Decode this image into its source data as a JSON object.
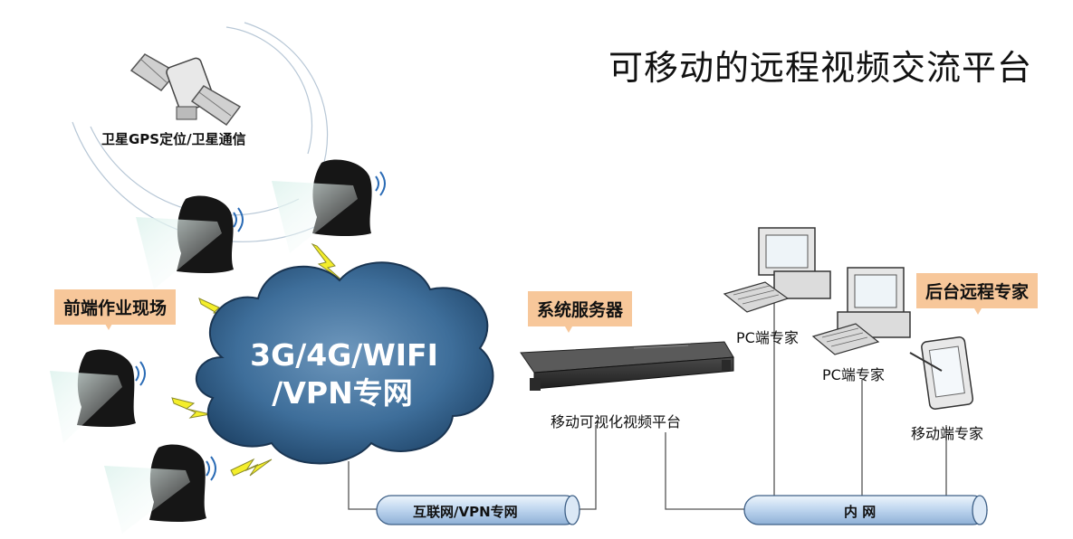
{
  "title": "可移动的远程视频交流平台",
  "satellite_label": "卫星GPS定位/卫星通信",
  "front_label": "前端作业现场",
  "cloud_line1": "3G/4G/WIFI",
  "cloud_line2": "/VPN专网",
  "server_callout": "系统服务器",
  "server_label": "移动可视化视频平台",
  "backend_callout": "后台远程专家",
  "pc1_label": "PC端专家",
  "pc2_label": "PC端专家",
  "mobile_label": "移动端专家",
  "pipe_left_label": "互联网/VPN专网",
  "pipe_right_label": "内 网",
  "colors": {
    "callout": "#f7c79a",
    "cloud": "#2e5f8c",
    "pipe": "#c9ddf2",
    "lightning": "#f4ee2a"
  }
}
